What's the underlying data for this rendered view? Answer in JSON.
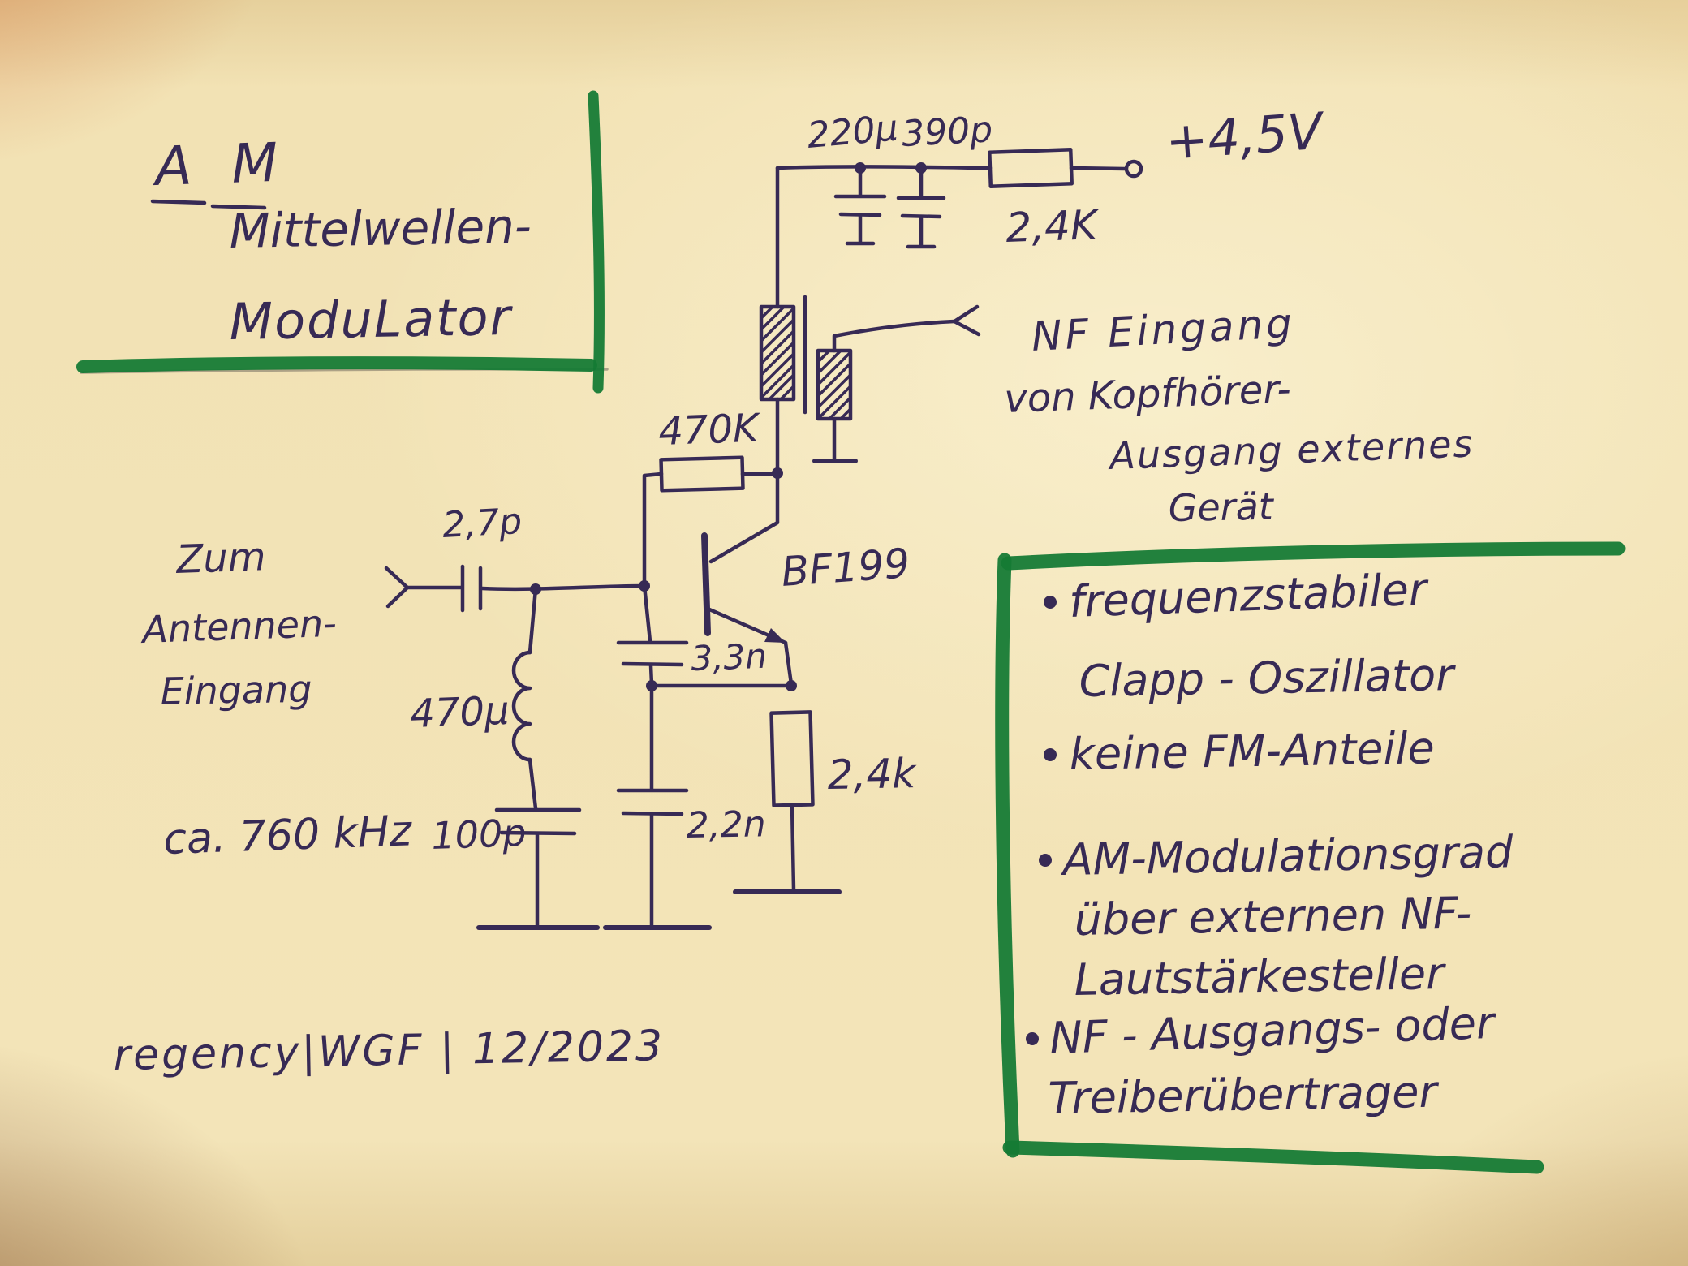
{
  "title": {
    "line1": "A M",
    "line2": "Mittelwellen-",
    "line3": "ModuLator"
  },
  "supply_label": "+4,5V",
  "components": {
    "c220u": "220µ",
    "c390p": "390p",
    "r24k_collector": "2,4K",
    "r470k": "470K",
    "c27p": "2,7p",
    "transistor": "BF199",
    "c33n": "3,3n",
    "l470u": "470µ",
    "r24k_emitter": "2,4k",
    "c100p": "100p",
    "c22n": "2,2n"
  },
  "annotations": {
    "antenna": {
      "line1": "Zum",
      "line2": "Antennen-",
      "line3": "Eingang"
    },
    "frequency": "ca. 760 kHz",
    "nf_input": {
      "line1": "NF Eingang",
      "line2": "von Kopfhörer-",
      "line3": "Ausgang externes",
      "line4": "Gerät"
    }
  },
  "notes": {
    "item1_line1": "frequenzstabiler",
    "item1_line2": "Clapp - Oszillator",
    "item2": "keine FM-Anteile",
    "item3_line1": "AM-Modulationsgrad",
    "item3_line2": "über externen NF-",
    "item3_line3": "Lautstärkesteller",
    "item4_line1": "NF - Ausgangs- oder",
    "item4_line2": "Treiberübertrager"
  },
  "signature": "regency|WGF | 12/2023",
  "colors": {
    "paper": "#f2e2b4",
    "ink": "#372a55",
    "marker_green": "#147a34"
  }
}
